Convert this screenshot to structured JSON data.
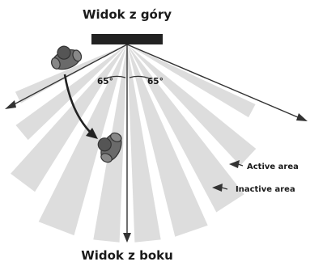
{
  "diagram": {
    "title_top": "Widok z góry",
    "title_bottom": "Widok z boku",
    "angle_left": "65°",
    "angle_right": "65°",
    "legend": {
      "active": "Active area",
      "inactive": "Inactive area"
    },
    "colors": {
      "zone_fill": "#dddddd",
      "line": "#333333",
      "sensor": "#222222",
      "person": "#555555"
    },
    "icons": [
      "sensor-bar",
      "person-walking-icon",
      "movement-arrow-icon"
    ]
  }
}
